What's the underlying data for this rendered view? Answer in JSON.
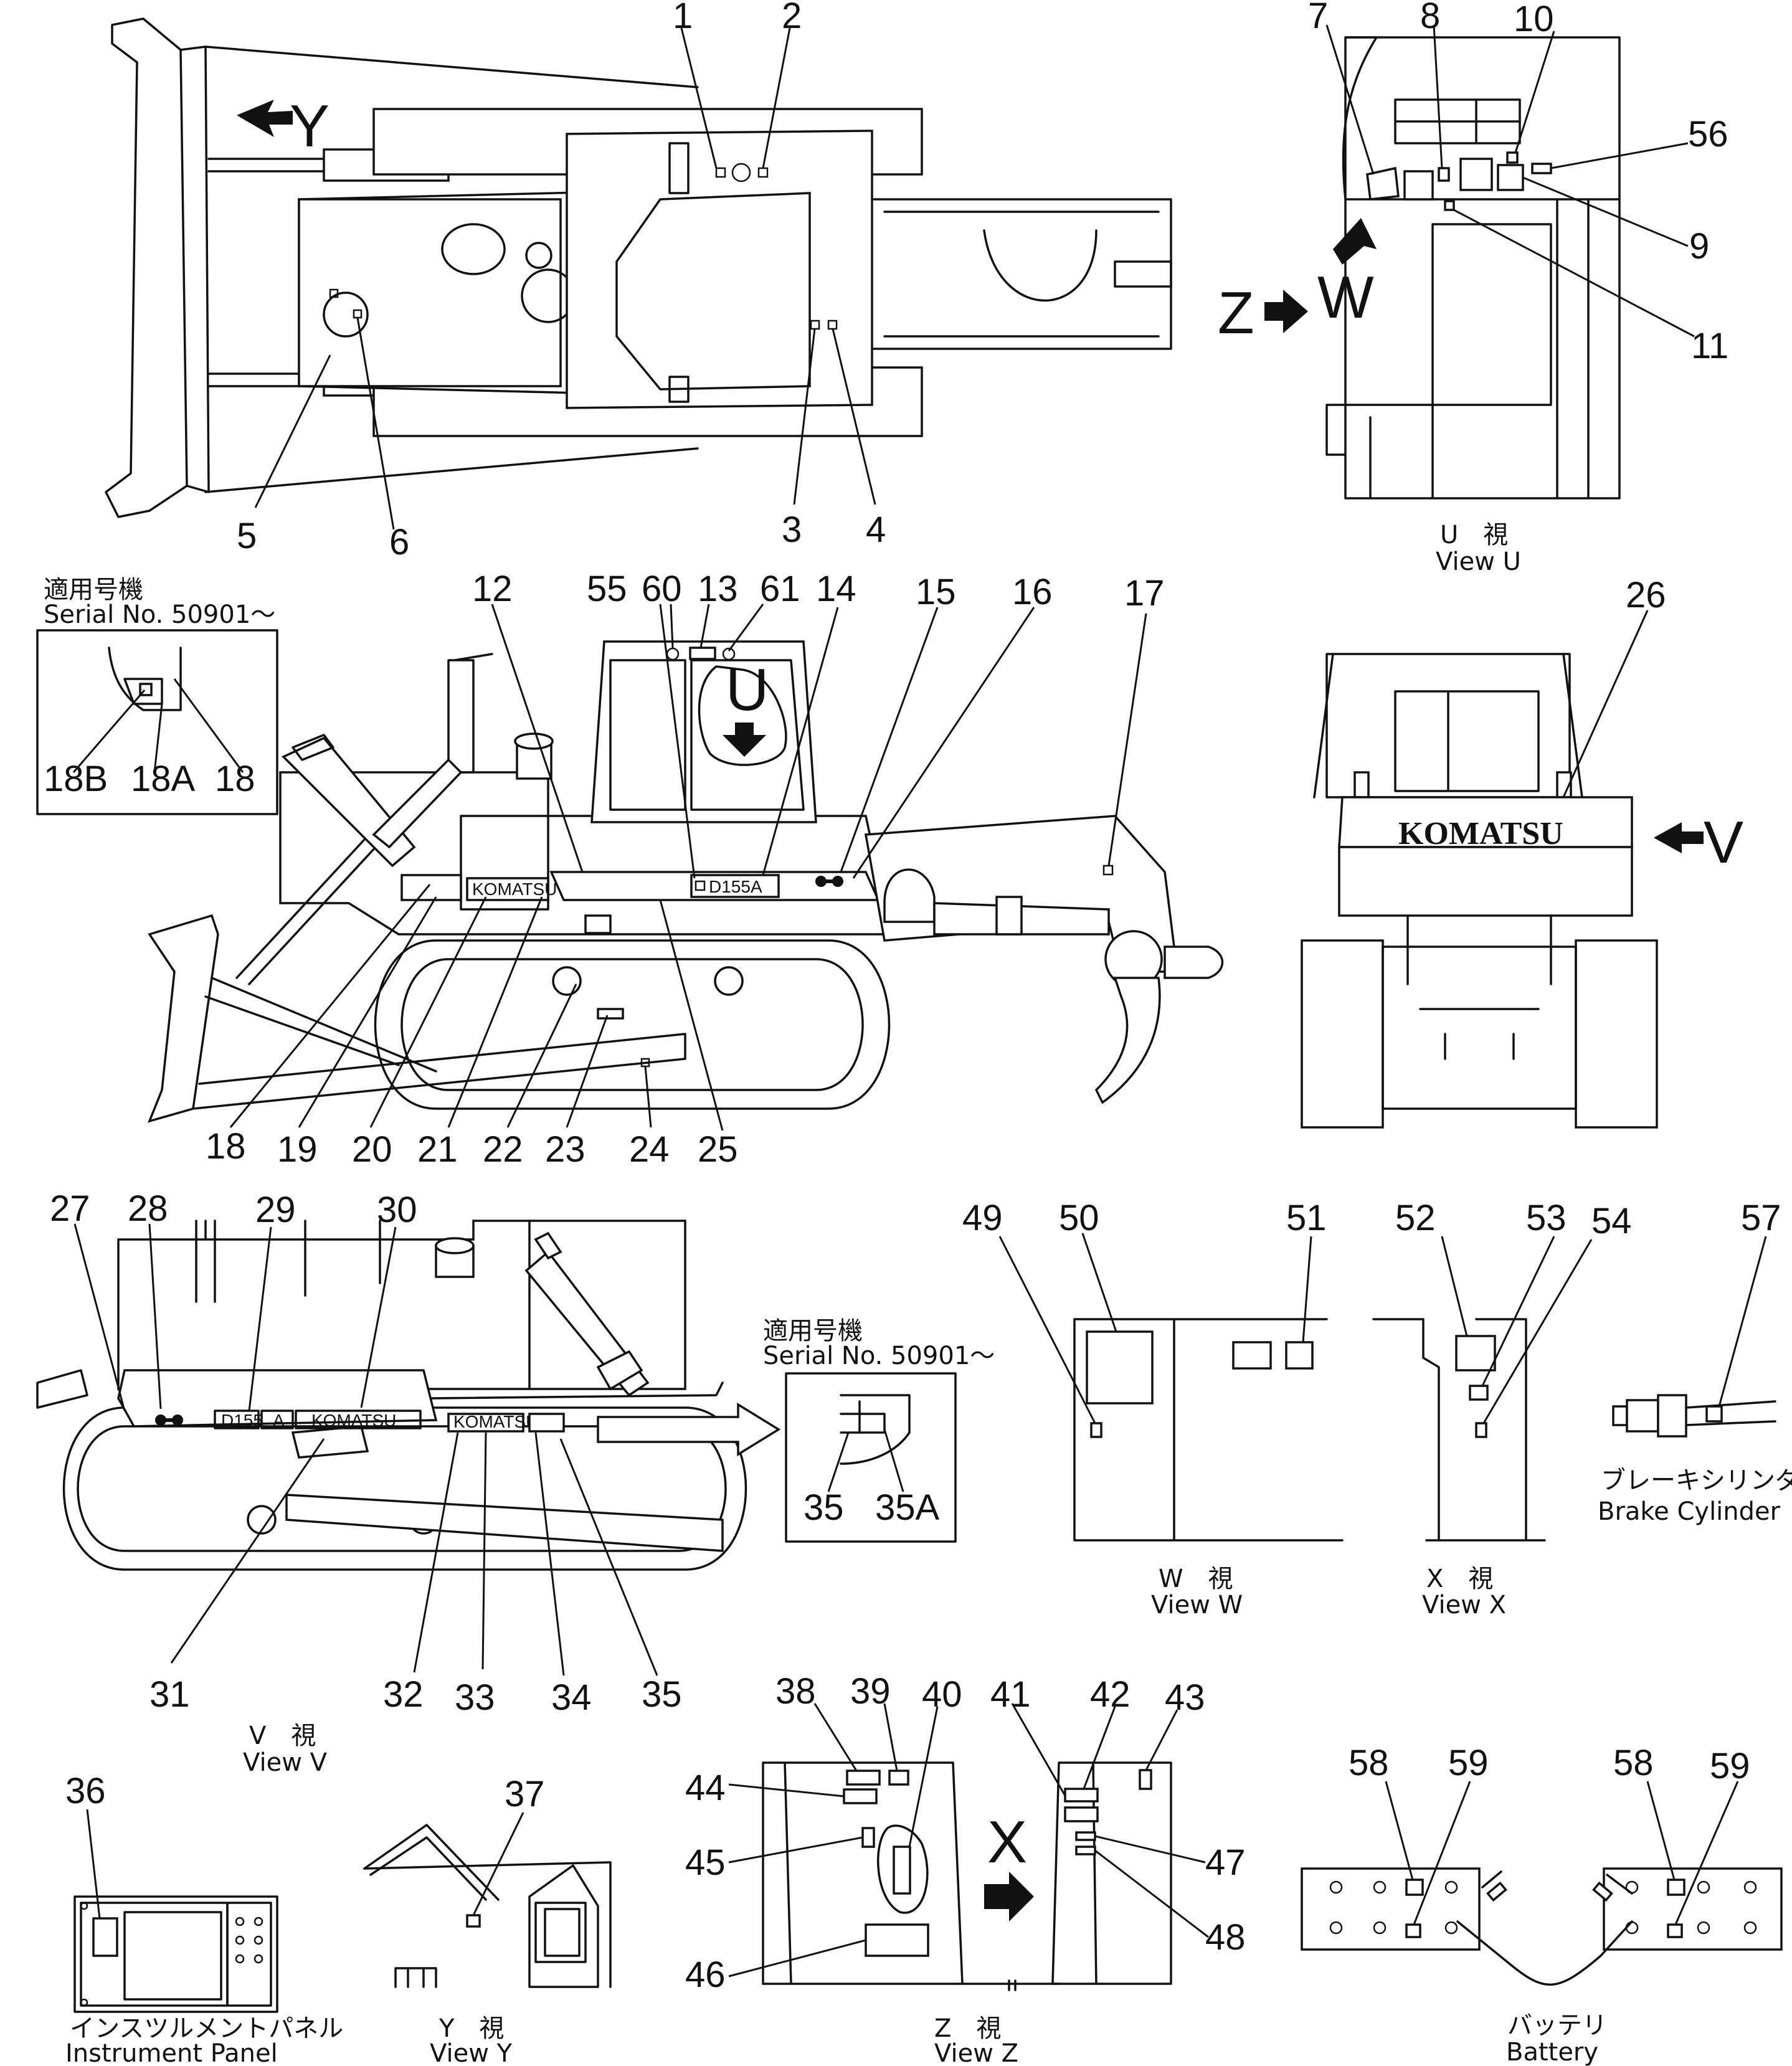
{
  "views": {
    "top": {
      "markers": [
        "Y"
      ],
      "callouts": [
        "1",
        "2",
        "3",
        "4",
        "5",
        "6"
      ]
    },
    "view_u": {
      "markers": [
        "Z",
        "W"
      ],
      "callouts": [
        "7",
        "8",
        "10",
        "56",
        "9",
        "11"
      ],
      "caption_jp": "U　視",
      "caption_en": "View  U"
    },
    "side": {
      "serial_jp": "適用号機",
      "serial_en": "Serial  No.  50901〜",
      "inset_callouts": [
        "18B",
        "18A",
        "18"
      ],
      "callouts_top": [
        "12",
        "55",
        "60",
        "13",
        "61",
        "14",
        "15",
        "16",
        "17"
      ],
      "callouts_bottom": [
        "18",
        "19",
        "20",
        "21",
        "22",
        "23",
        "24",
        "25"
      ],
      "marker_u": "U",
      "decal_komatsu": "KOMATSU",
      "decal_model": "D155A"
    },
    "rear": {
      "callout": "26",
      "brand": "KOMATSU",
      "marker": "V"
    },
    "view_v": {
      "callouts_top": [
        "27",
        "28",
        "29",
        "30"
      ],
      "callouts_bottom": [
        "31",
        "32",
        "33",
        "34",
        "35"
      ],
      "decal_model_a": "D155",
      "decal_model_b": "A",
      "decal_brand": "KOMATSU",
      "decal_small": "KOMATSU",
      "caption_jp": "V　視",
      "caption_en": "View  V"
    },
    "serial_inset_2": {
      "serial_jp": "適用号機",
      "serial_en": "Serial  No.  50901〜",
      "callouts": [
        "35",
        "35A"
      ]
    },
    "view_w": {
      "callouts": [
        "49",
        "50",
        "51"
      ],
      "caption_jp": "W　視",
      "caption_en": "View  W"
    },
    "view_x": {
      "callouts": [
        "52",
        "53",
        "54"
      ],
      "caption_jp": "X　視",
      "caption_en": "View  X"
    },
    "brake_cylinder": {
      "callout": "57",
      "caption_jp": "ブレーキシリンダ",
      "caption_en": "Brake  Cylinder"
    },
    "instrument_panel": {
      "callout": "36",
      "caption_jp": "インスツルメントパネル",
      "caption_en": "Instrument  Panel"
    },
    "view_y": {
      "callout": "37",
      "caption_jp": "Y　視",
      "caption_en": "View  Y"
    },
    "view_z": {
      "callouts_left": [
        "38",
        "39",
        "40",
        "44",
        "45",
        "46"
      ],
      "callouts_right": [
        "41",
        "42",
        "43",
        "47",
        "48"
      ],
      "marker": "X",
      "caption_jp": "Z　視",
      "caption_en": "View  Z"
    },
    "battery": {
      "callouts": [
        "58",
        "59",
        "58",
        "59"
      ],
      "caption_jp": "バッテリ",
      "caption_en": "Battery"
    }
  }
}
